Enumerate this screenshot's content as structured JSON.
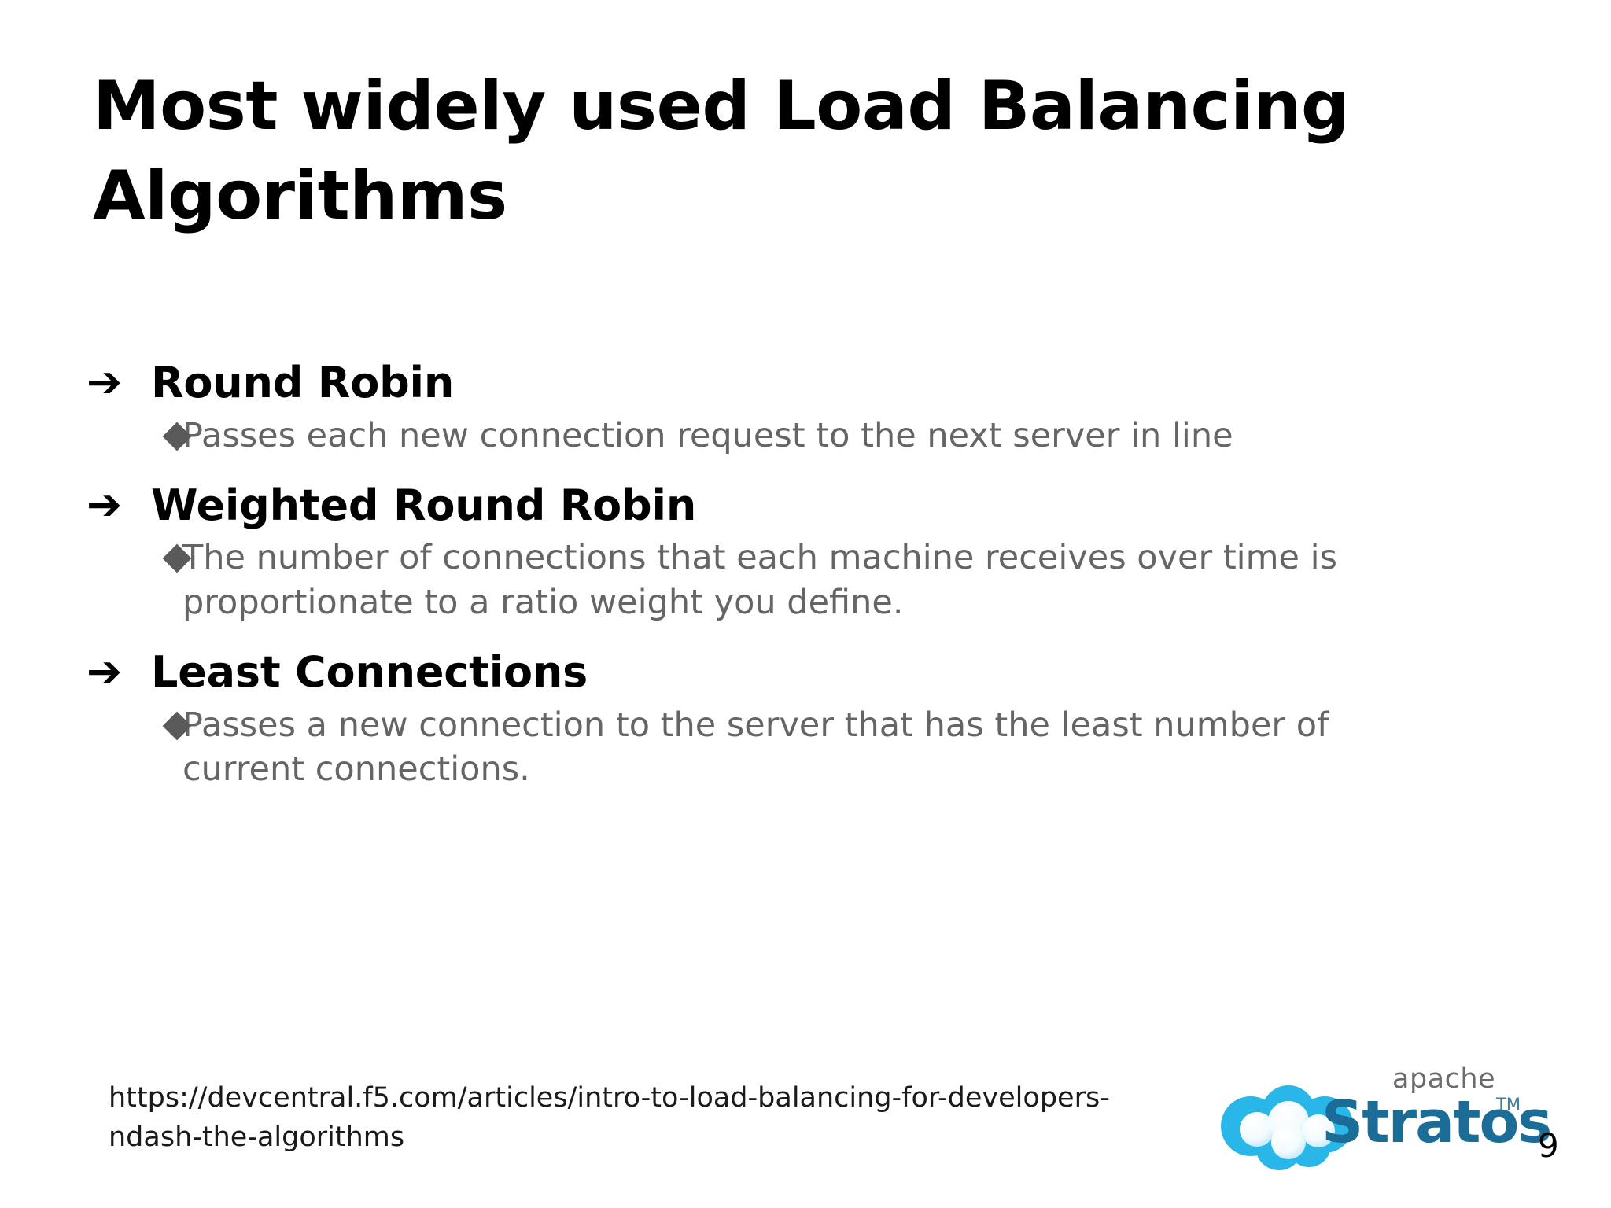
{
  "slide": {
    "title": "Most widely used Load Balancing\nAlgorithms",
    "page_number": "9",
    "background_color": "#ffffff",
    "title_color": "#000000",
    "heading_color": "#000000",
    "sub_text_color": "#656565",
    "diamond_color": "#5a5a5a"
  },
  "bullets": {
    "arrow_glyph": "➔",
    "diamond_glyph": "◆",
    "items": [
      {
        "heading": "Round Robin",
        "detail": "Passes each new connection request to the next server in line"
      },
      {
        "heading": "Weighted Round Robin",
        "detail": "The number of connections that each machine receives over time is proportionate to a ratio weight you define."
      },
      {
        "heading": "Least Connections",
        "detail": "Passes a new connection to the server that has the least number of current connections."
      }
    ]
  },
  "footer": {
    "url": "https://devcentral.f5.com/articles/intro-to-load-balancing-for-developers-\nndash-the-algorithms"
  },
  "logo": {
    "apache_text": "apache",
    "product_text": "Stratos",
    "trademark_text": "TM",
    "cloud_color": "#29b6e8",
    "cloud_puff_color": "#ffffff",
    "product_color": "#1b6c96",
    "apache_color": "#6b6b6b"
  }
}
